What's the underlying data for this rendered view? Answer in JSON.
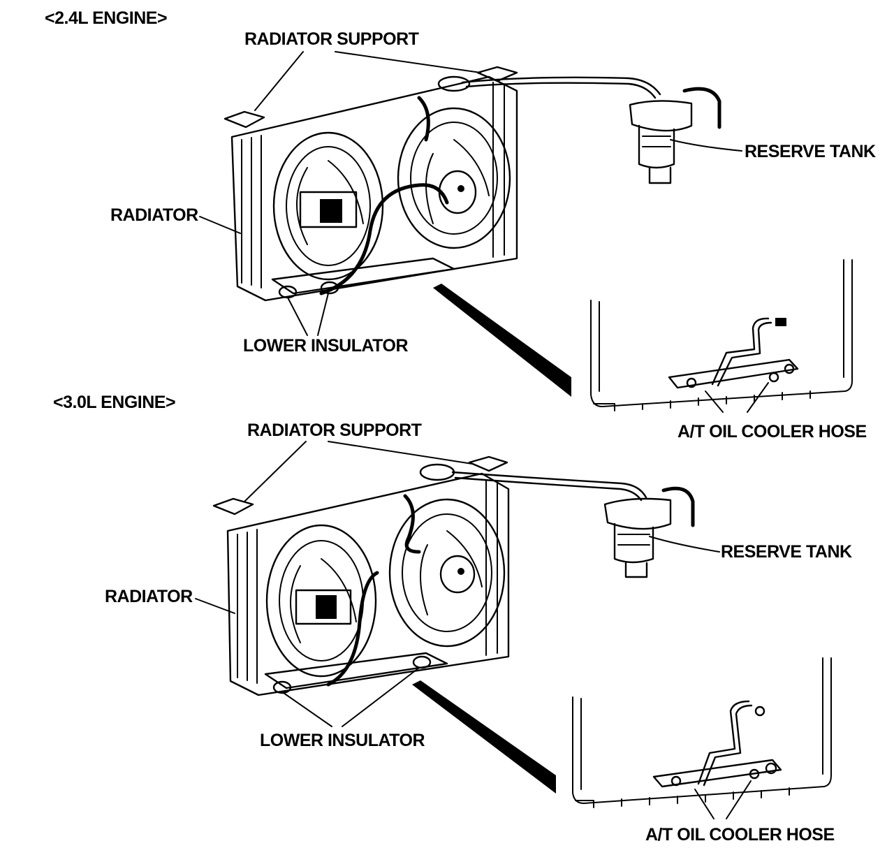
{
  "sections": [
    {
      "heading": "<2.4L ENGINE>",
      "labels": {
        "radiator_support": "RADIATOR SUPPORT",
        "reserve_tank": "RESERVE TANK",
        "radiator": "RADIATOR",
        "lower_insulator": "LOWER INSULATOR",
        "oil_cooler_hose": "A/T OIL COOLER HOSE"
      }
    },
    {
      "heading": "<3.0L ENGINE>",
      "labels": {
        "radiator_support": "RADIATOR SUPPORT",
        "reserve_tank": "RESERVE TANK",
        "radiator": "RADIATOR",
        "lower_insulator": "LOWER INSULATOR",
        "oil_cooler_hose": "A/T OIL COOLER HOSE"
      }
    }
  ]
}
